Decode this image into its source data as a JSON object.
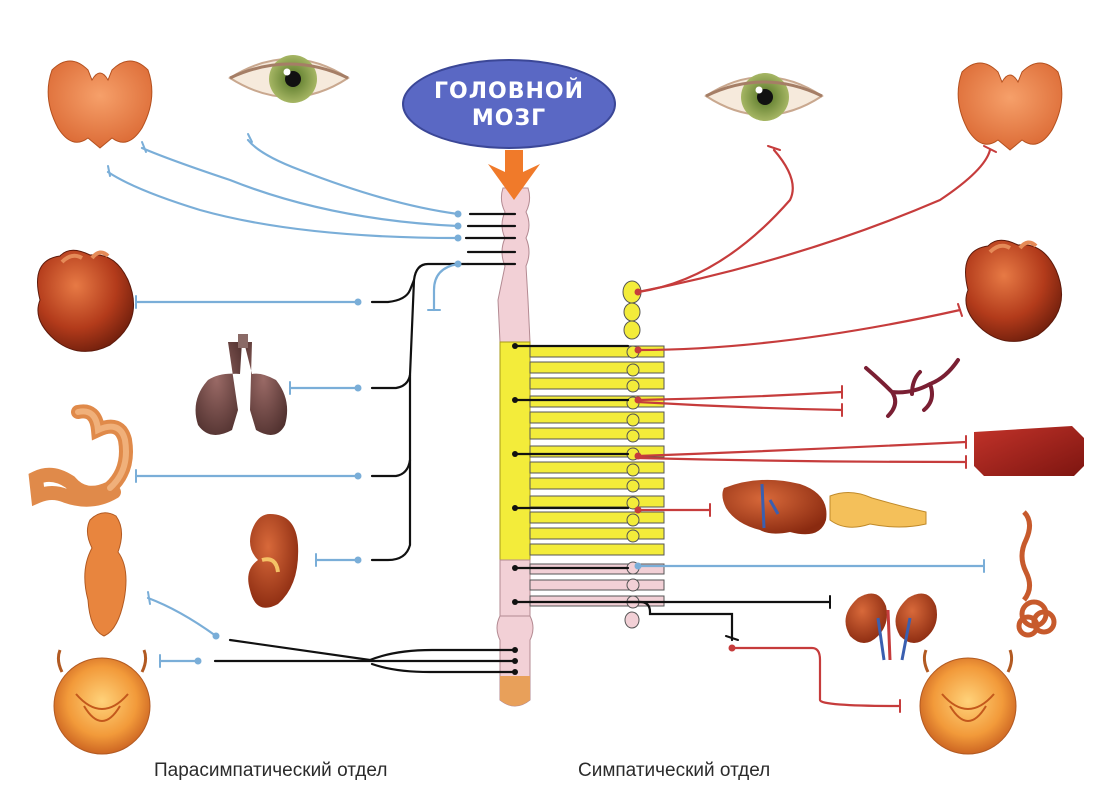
{
  "brain": {
    "line1": "ГОЛОВНОЙ",
    "line2": "МОЗГ"
  },
  "labels": {
    "parasympathetic": "Парасимпатический отдел",
    "sympathetic": "Симпатический отдел"
  },
  "colors": {
    "parasympathetic_fiber": "#7aaed8",
    "sympathetic_fiber": "#c63c3c",
    "central_fiber": "#111111",
    "brain_fill": "#5a68c4",
    "brain_stem": "#f2d0d6",
    "thoracic_cord": "#f3ec3a",
    "sacral_cord": "#e8a05a",
    "arrow": "#f07a2a",
    "organ_base": "#d8632e"
  },
  "organs": {
    "left": [
      "thyroid",
      "eye",
      "heart",
      "lungs",
      "stomach-intestine",
      "liver",
      "kidney",
      "bladder"
    ],
    "right": [
      "eye",
      "thyroid",
      "heart",
      "blood-vessels",
      "muscle",
      "liver",
      "pancreas",
      "intestine",
      "kidneys-adrenal",
      "bladder"
    ]
  }
}
